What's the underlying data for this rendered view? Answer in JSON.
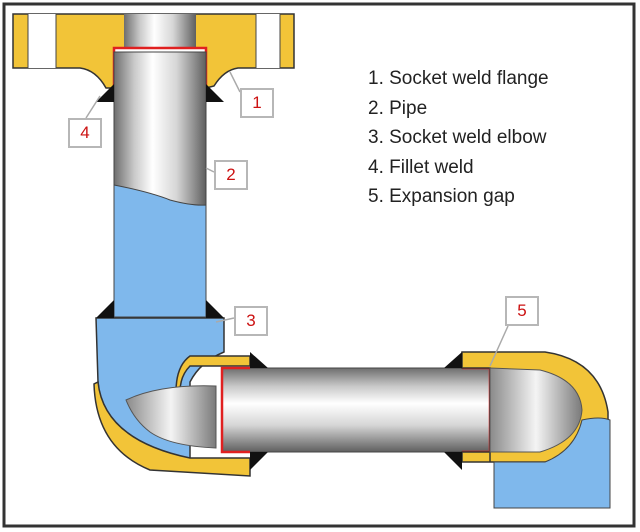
{
  "legend": [
    {
      "number": "1",
      "label": "1. Socket weld flange"
    },
    {
      "number": "2",
      "label": "2. Pipe"
    },
    {
      "number": "3",
      "label": "3. Socket weld elbow"
    },
    {
      "number": "4",
      "label": "4. Fillet weld"
    },
    {
      "number": "5",
      "label": "5. Expansion gap"
    }
  ],
  "callouts": {
    "flange": "1",
    "pipe": "2",
    "elbow": "3",
    "fillet_weld": "4",
    "expansion_gap": "5"
  },
  "colors": {
    "flange_fitting": "#f2c438",
    "pipe_cross_section": "#7fb8ec",
    "pipe_metal": "#c8c8c8",
    "fillet_weld": "#111111",
    "expansion_gap": "#e02020",
    "callout_text": "#cc1111",
    "frame": "#333333"
  }
}
